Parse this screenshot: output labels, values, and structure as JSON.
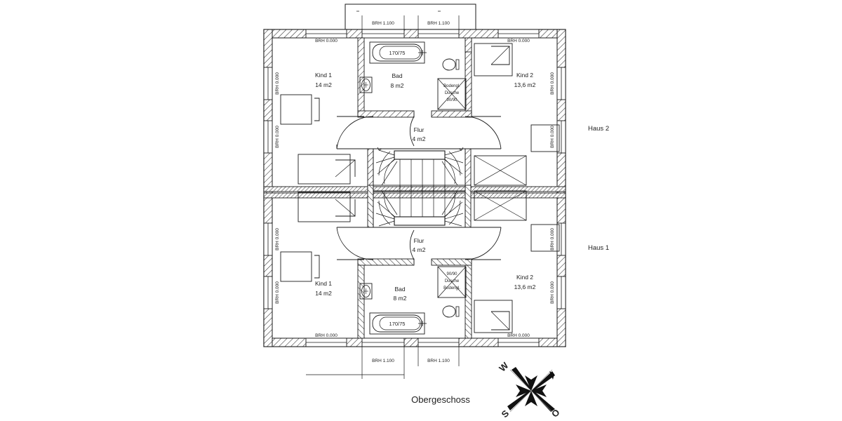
{
  "drawing": {
    "title": "Obergeschoss",
    "compass": {
      "west": "W",
      "south": "S",
      "east": "O",
      "north_arrow": "north-arrow"
    },
    "houses": [
      {
        "id": "haus-2",
        "label": "Haus 2",
        "position": "upper"
      },
      {
        "id": "haus-1",
        "label": "Haus 1",
        "position": "lower"
      }
    ],
    "rooms_upper": [
      {
        "name": "Kind 1",
        "area": "14 m2"
      },
      {
        "name": "Bad",
        "area": "8 m2"
      },
      {
        "name": "Kind 2",
        "area": "13,6 m2"
      },
      {
        "name": "Flur",
        "area": "4 m2"
      }
    ],
    "rooms_lower": [
      {
        "name": "Kind 1",
        "area": "14 m2"
      },
      {
        "name": "Bad",
        "area": "8 m2"
      },
      {
        "name": "Kind 2",
        "area": "13,6 m2"
      },
      {
        "name": "Flur",
        "area": "4 m2"
      }
    ],
    "fixtures": {
      "bathtub_label": "170/75",
      "shower_line1": "Bodengl.",
      "shower_line2": "Dusche",
      "shower_line3": "90/90"
    },
    "window_labels": {
      "brh_sill_0": "BRH  0.000",
      "brh_sill_1100": "BRH  1.100"
    },
    "top_wall_labels": [
      "BRH  0.000",
      "BRH  1.100",
      "BRH  1.100",
      "BRH  0.000"
    ],
    "bottom_wall_labels": [
      "BRH  0.000",
      "BRH  1.100",
      "BRH  1.100",
      "BRH  0.000"
    ],
    "left_wall_labels": [
      "BRH  0.000",
      "BRH  0.000",
      "BRH  0.000",
      "BRH  0.000"
    ],
    "right_wall_labels": [
      "BRH  0.000",
      "BRH  0.000",
      "BRH  0.000",
      "BRH  0.000"
    ],
    "colors": {
      "line": "#1a1a1a",
      "hatch": "#2a2a2a",
      "text": "#222222",
      "paper": "#ffffff"
    }
  }
}
